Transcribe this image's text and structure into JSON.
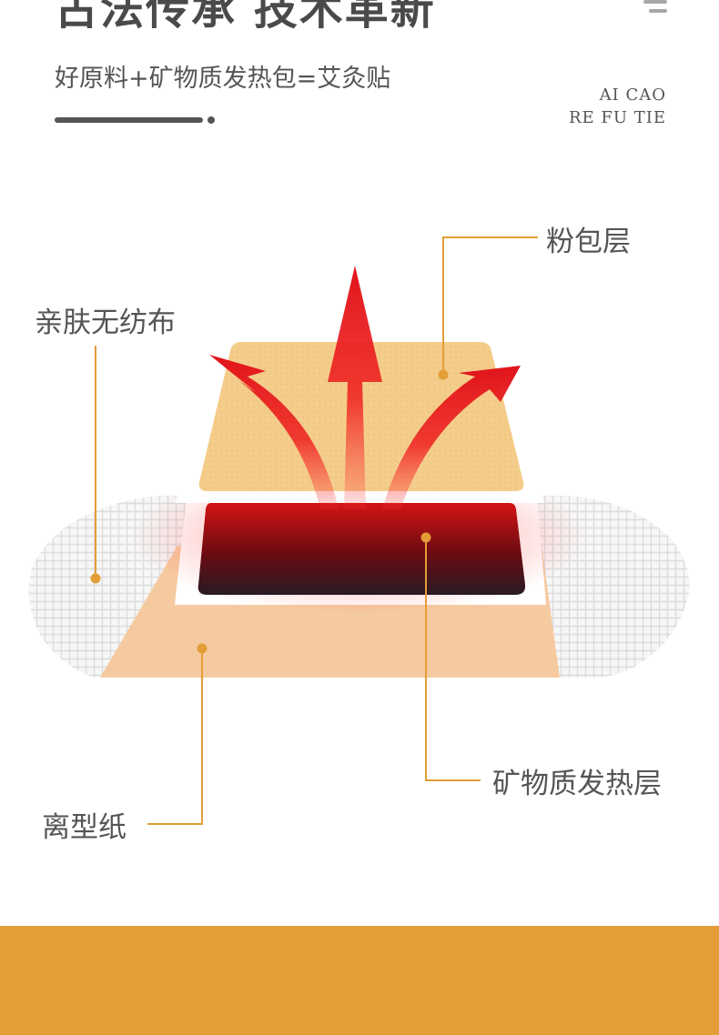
{
  "header": {
    "headline": "古法传承 技术革新",
    "subtitle": "好原料+矿物质发热包=艾灸贴",
    "brand_en_line1": "AI CAO",
    "brand_en_line2": "RE FU TIE"
  },
  "diagram": {
    "labels": {
      "powder_layer": "粉包层",
      "skin_nonwoven": "亲肤无纺布",
      "mineral_heat_layer": "矿物质发热层",
      "release_paper": "离型纸"
    }
  },
  "colors": {
    "accent": "#e39e37",
    "text": "#555555",
    "powder_pad": "#f4cd8a",
    "heat_core": "#8a1010",
    "release_paper": "#f6caa0",
    "arrow_red": "#e8191a"
  },
  "icons": {
    "menu": "menu-icon"
  }
}
